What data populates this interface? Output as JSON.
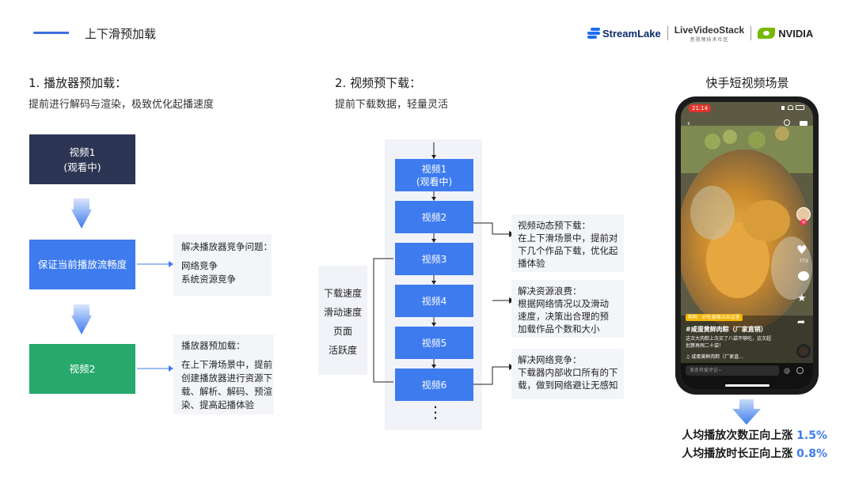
{
  "header": {
    "title": "上下滑预加载",
    "logos": {
      "streamlake": "StreamLake",
      "livevideostack": "LiveVideoStack",
      "livevideostack_sub": "音视频技术社区",
      "nvidia": "NVIDIA"
    },
    "colors": {
      "accent": "#3e7bef",
      "navy": "#2c3553",
      "green": "#26a96b",
      "nvidia_green": "#76b900"
    }
  },
  "section1": {
    "title": "1. 播放器预加载：",
    "subtitle": "提前进行解码与渲染，极致优化起播速度",
    "box_video1": [
      "视频1",
      "(观看中)"
    ],
    "box_guarantee": "保证当前播放流畅度",
    "box_video2": "视频2",
    "note1": {
      "title": "解决播放器竞争问题：",
      "lines": [
        "网络竞争",
        "系统资源竞争"
      ]
    },
    "note2": {
      "title": "播放器预加载：",
      "lines": [
        "在上下滑场景中，提前",
        "创建播放器进行资源下",
        "载、解析、解码、预渲",
        "染、提高起播体验"
      ]
    }
  },
  "section2": {
    "title": "2. 视频预下载：",
    "subtitle": "提前下载数据，轻量灵活",
    "videos": [
      {
        "l1": "视频1",
        "l2": "(观看中)"
      },
      {
        "l1": "视频2",
        "l2": ""
      },
      {
        "l1": "视频3",
        "l2": ""
      },
      {
        "l1": "视频4",
        "l2": ""
      },
      {
        "l1": "视频5",
        "l2": ""
      },
      {
        "l1": "视频6",
        "l2": ""
      }
    ],
    "ellipsis": "⋮",
    "factors": [
      "下载速度",
      "滑动速度",
      "页面",
      "活跃度"
    ],
    "notes": [
      {
        "title": "视频动态预下载：",
        "lines": [
          "在上下滑场景中，提前对",
          "下几个作品下载，优化起",
          "播体验"
        ]
      },
      {
        "title": "解决资源浪费：",
        "lines": [
          "根据网络情况以及滑动",
          "速度，决策出合理的预",
          "加载作品个数和大小"
        ]
      },
      {
        "title": "解决网络竞争：",
        "lines": [
          "下载器内部收口所有的下",
          "载，做到网络避让无感知"
        ]
      }
    ]
  },
  "section3": {
    "title": "快手短视频场景",
    "phone": {
      "time": "21:14",
      "tag": "购物 · 好吃香辣点击这里",
      "caption_title": "#咸蛋黄鲜肉粽（厂家直销）",
      "caption_lines": [
        "这次大肉粽上次买了八袋不够吃，这次超",
        "划算再囤二十袋！"
      ],
      "music": "♫ 咸蛋黄鲜肉粽（厂家直...",
      "comment_placeholder": "发条有爱评论~",
      "like_count": "773"
    },
    "stats": [
      {
        "label": "人均播放次数正向上涨",
        "value": "1.5%"
      },
      {
        "label": "人均播放时长正向上涨",
        "value": "0.8%"
      }
    ]
  }
}
